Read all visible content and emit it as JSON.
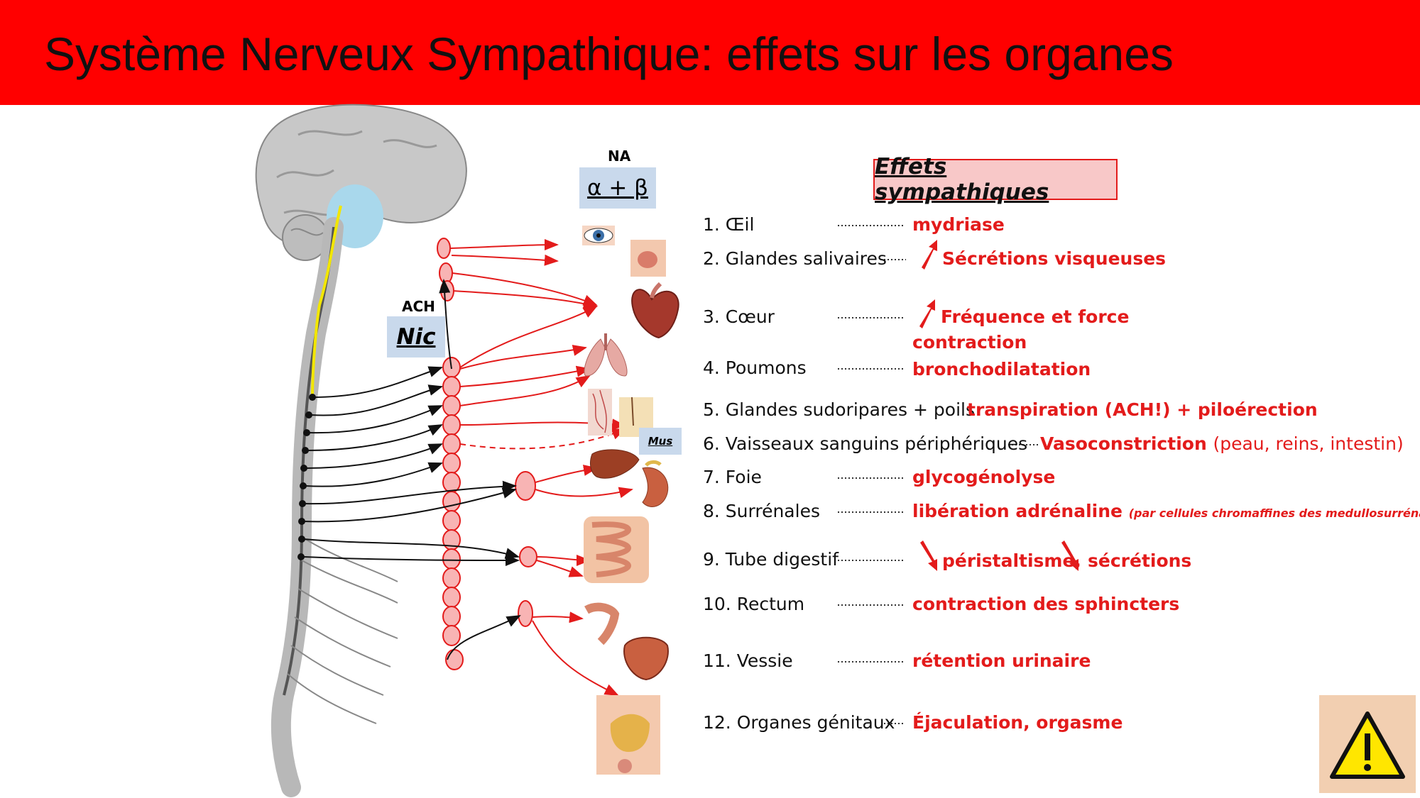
{
  "title": "Système Nerveux Sympathique: effets sur les organes",
  "header": "Effets sympathiques",
  "labels": {
    "na": "NA",
    "alpha_beta": "α + β",
    "ach": "ACH",
    "nic": "Nic",
    "mus": "Mus"
  },
  "organs": [
    {
      "label": "1. Œil",
      "effect": "mydriase"
    },
    {
      "label": "2. Glandes salivaires",
      "effect": "Sécrétions visqueuses"
    },
    {
      "label": "3. Cœur",
      "effect": "Fréquence et force",
      "effect2": "contraction"
    },
    {
      "label": "4. Poumons",
      "effect": "bronchodilatation"
    },
    {
      "label": "5.  Glandes sudoripares + poils",
      "effect": "transpiration (ACH!) + piloérection"
    },
    {
      "label": "6. Vaisseaux sanguins périphériques",
      "effect": "Vasoconstriction",
      "effect_note": "(peau, reins, intestin)"
    },
    {
      "label": "7. Foie",
      "effect": "glycogénolyse"
    },
    {
      "label": "8. Surrénales",
      "effect": "libération adrénaline",
      "effect_note": "(par cellules chromaffines des medullosurrénales)"
    },
    {
      "label": "9. Tube digestif",
      "effect": "péristaltisme,",
      "effect2": "sécrétions"
    },
    {
      "label": "10.  Rectum",
      "effect": "contraction des sphincters"
    },
    {
      "label": "11.  Vessie",
      "effect": "rétention urinaire"
    },
    {
      "label": "12. Organes génitaux",
      "effect": "Éjaculation, orgasme"
    }
  ],
  "colors": {
    "title_bar": "#ff0000",
    "effect_text": "#e31b1b",
    "header_box": "#f8c8c8",
    "label_box": "#c9d9ec",
    "warning_bg": "#f2cfb1",
    "warning_sign": "#ffe600"
  },
  "icons": [
    "brain-icon",
    "spinal-cord-icon",
    "eye-icon",
    "salivary-gland-icon",
    "heart-icon",
    "lungs-icon",
    "skin-icon",
    "liver-icon",
    "kidney-icon",
    "intestine-icon",
    "rectum-icon",
    "bladder-icon",
    "genital-icon",
    "arrow-up-icon",
    "arrow-down-icon",
    "warning-icon"
  ]
}
